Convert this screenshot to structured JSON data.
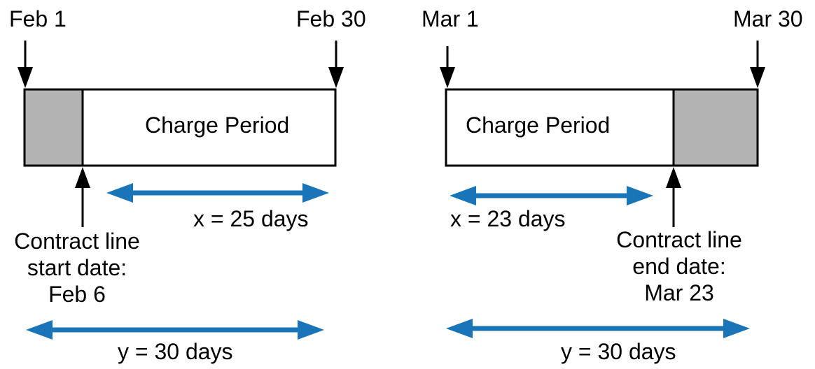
{
  "colors": {
    "stroke": "#000000",
    "shaded": "#b3b3b3",
    "span_arrow": "#1a75b8",
    "background": "#ffffff"
  },
  "panels": [
    {
      "id": "february",
      "start_label": "Feb 1",
      "end_label": "Feb 30",
      "bar_label": "Charge Period",
      "shaded_side": "left",
      "marker": {
        "lines": [
          "Contract line",
          "start date:",
          "Feb 6"
        ]
      },
      "x_span": {
        "label": "x = 25 days",
        "days": 25
      },
      "y_span": {
        "label": "y = 30 days",
        "days": 30
      }
    },
    {
      "id": "march",
      "start_label": "Mar 1",
      "end_label": "Mar 30",
      "bar_label": "Charge Period",
      "shaded_side": "right",
      "marker": {
        "lines": [
          "Contract line",
          "end date:",
          "Mar 23"
        ]
      },
      "x_span": {
        "label": "x = 23 days",
        "days": 23
      },
      "y_span": {
        "label": "y = 30 days",
        "days": 30
      }
    }
  ]
}
